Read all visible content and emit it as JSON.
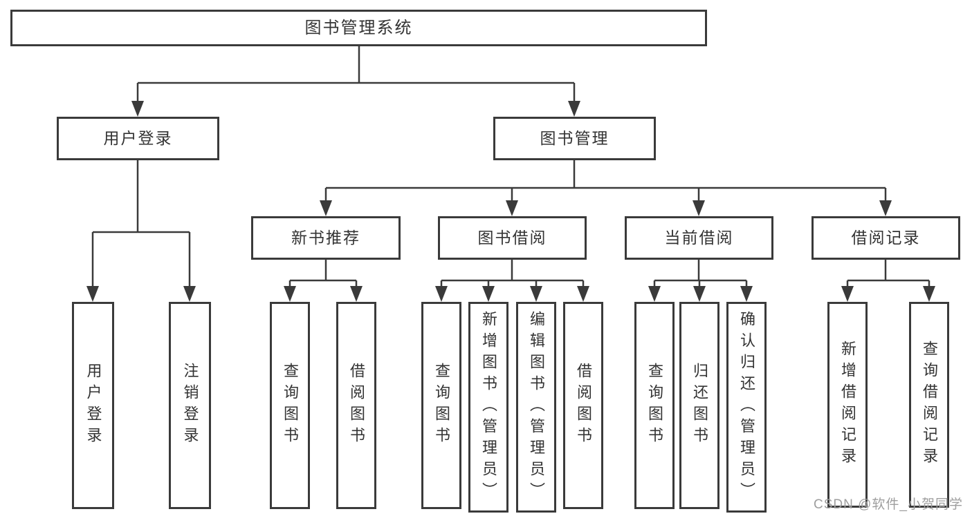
{
  "diagram": {
    "tree": {
      "label": "图书管理系统",
      "children": [
        {
          "label": "用户登录",
          "children": [
            {
              "label": "用户登录"
            },
            {
              "label": "注销登录"
            }
          ]
        },
        {
          "label": "图书管理",
          "children": [
            {
              "label": "新书推荐",
              "children": [
                {
                  "label": "查询图书"
                },
                {
                  "label": "借阅图书"
                }
              ]
            },
            {
              "label": "图书借阅",
              "children": [
                {
                  "label": "查询图书"
                },
                {
                  "label": "新增图书（管理员）"
                },
                {
                  "label": "编辑图书（管理员）"
                },
                {
                  "label": "借阅图书"
                }
              ]
            },
            {
              "label": "当前借阅",
              "children": [
                {
                  "label": "查询图书"
                },
                {
                  "label": "归还图书"
                },
                {
                  "label": "确认归还（管理员）"
                }
              ]
            },
            {
              "label": "借阅记录",
              "children": [
                {
                  "label": "新增借阅记录"
                },
                {
                  "label": "查询借阅记录"
                }
              ]
            }
          ]
        }
      ]
    },
    "colors": {
      "line": "#3a3a3a",
      "text": "#333333",
      "background": "#ffffff",
      "watermark_color": "#9e9e9e"
    }
  },
  "watermark": {
    "text": "CSDN @软件_小贺同学"
  }
}
